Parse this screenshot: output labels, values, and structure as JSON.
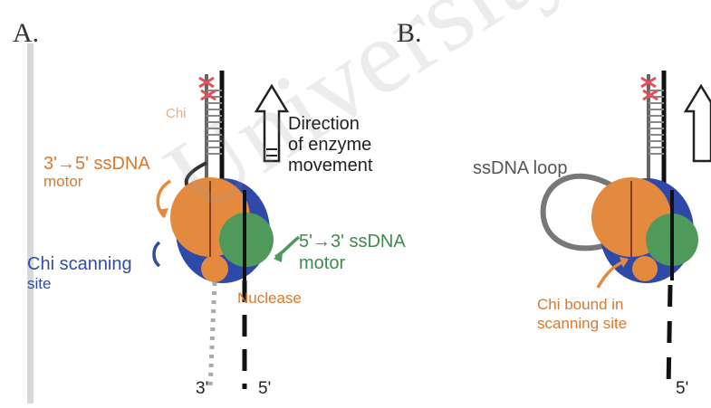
{
  "panels": {
    "a": "A.",
    "b": "B."
  },
  "labels_a": {
    "chi": "Chi",
    "direction_line1": "Direction",
    "direction_line2": "of enzyme",
    "direction_line3": "movement",
    "motor35_line1": "3'→5' ssDNA",
    "motor35_line2": "motor",
    "motor53_line1": "5'→3' ssDNA",
    "motor53_line2": "motor",
    "scanning_line1": "Chi scanning",
    "scanning_line2": "site",
    "nuclease": "Nuclease",
    "end3": "3'",
    "end5": "5'"
  },
  "labels_b": {
    "loop": "ssDNA loop",
    "bound_line1": "Chi bound in",
    "bound_line2": "scanning site",
    "end5": "5'"
  },
  "watermark": "University of Cape",
  "colors": {
    "orange": "#e38a3e",
    "blue": "#2f49a8",
    "green": "#4f9a5a",
    "chi_red": "#e0505a",
    "dna": "#111111",
    "loop": "#777777"
  }
}
